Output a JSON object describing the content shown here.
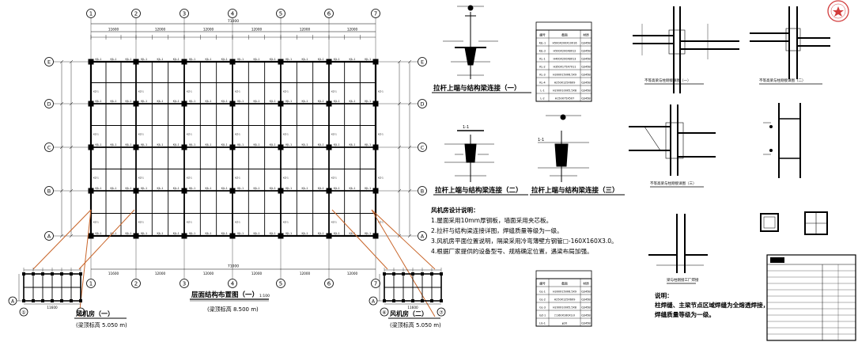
{
  "plan": {
    "title": "层面结构布置图（一）",
    "scale": "1:100",
    "elevation": "(梁顶标高 8.500 m)",
    "col_axes": [
      "①",
      "②",
      "③",
      "④",
      "⑤",
      "⑥",
      "⑦"
    ],
    "row_axes": [
      "E",
      "D",
      "C",
      "B",
      "A"
    ],
    "bay_dims": [
      "11600",
      "12000",
      "12000",
      "12000",
      "12000",
      "12000"
    ],
    "total_dim": "71000",
    "beam_label": "KJL-1",
    "column_label": "KZ-1"
  },
  "fan_left": {
    "title": "风机房（一）",
    "elevation": "(梁顶标高 5.050 m)",
    "axes": [
      "A",
      "①",
      "②"
    ],
    "dim": "11600"
  },
  "fan_right": {
    "title": "风机房（二）",
    "elevation": "(梁顶标高 5.050 m)",
    "axes": [
      "A",
      "⑥",
      "⑦"
    ],
    "dim": "11600"
  },
  "details": {
    "d1": "拉杆上端与结构梁连接（一）",
    "d2": "拉杆上端与结构梁连接（二）",
    "d3": "拉杆上端与结构梁连接（三）",
    "d2_section": "1-1",
    "d3_section": "1-1"
  },
  "notes": {
    "heading": "风机房设计说明：",
    "items": [
      "1.屋面采用10mm厚钢板，墙面采用夹芯板。",
      "2.拉杆与结构梁连接详图，焊缝质量等级为一级。",
      "3.风机房平面位置说明，隔梁采用冷弯薄壁方钢管□-160X160X3.0。",
      "4.根据厂家提供的设备型号、规格确定位置，遇梁布局加强。"
    ]
  },
  "weld_note": {
    "heading": "说明：",
    "items": [
      "柱焊缝、主梁节点区域焊缝为全熔透焊接，",
      "焊缝质量等级为一级。"
    ]
  },
  "joint_captions": [
    "不等高梁与柱刚接详图（一）",
    "不等高梁与柱刚接详图（二）",
    "不等高梁与柱刚接详图（三）",
    "梁与柱刚接工厂焊接"
  ],
  "table1": {
    "header": [
      "编号",
      "截面",
      "材质"
    ],
    "rows": [
      [
        "KJL-1",
        "H500X200X10X16",
        "Q345B"
      ],
      [
        "KJL-2",
        "H500X200X8X12",
        "Q345B"
      ],
      [
        "KL-1",
        "H400X200X8X13",
        "Q345B"
      ],
      [
        "KL-2",
        "H350X175X7X11",
        "Q345B"
      ],
      [
        "KL-3",
        "H300X150X6.5X9",
        "Q345B"
      ],
      [
        "KL-4",
        "H250X125X6X9",
        "Q345B"
      ],
      [
        "L-1",
        "H200X100X5.5X8",
        "Q345B"
      ],
      [
        "L-2",
        "H150X75X5X7",
        "Q345B"
      ]
    ]
  },
  "table2": {
    "header": [
      "编号",
      "截面",
      "材质"
    ],
    "rows": [
      [
        "GL-1",
        "H300X150X6.5X9",
        "Q345B"
      ],
      [
        "GL-2",
        "H250X125X6X9",
        "Q345B"
      ],
      [
        "GL-3",
        "H200X100X5.5X8",
        "Q345B"
      ],
      [
        "GZ-1",
        "□160X160X3.0",
        "Q345B"
      ],
      [
        "LG-1",
        "φ20",
        "Q345B"
      ]
    ]
  },
  "colors": {
    "line": "#000000",
    "link": "#c86428",
    "stamp": "#d23c3c"
  }
}
